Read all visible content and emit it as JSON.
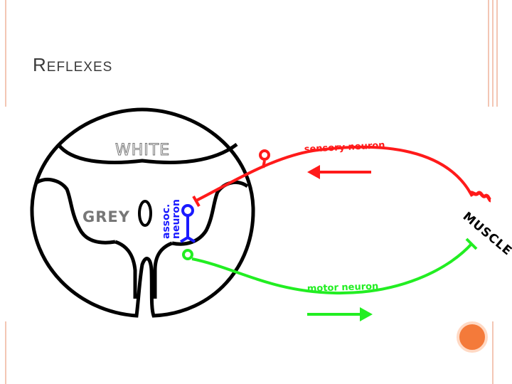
{
  "slide": {
    "title_first": "R",
    "title_rest": "EFLEXES"
  },
  "diagram": {
    "labels": {
      "white": "WHITE",
      "grey": "GREY",
      "assoc_line1": "assoc.",
      "assoc_line2": "neuron",
      "sensory": "sensory neuron",
      "motor": "motor neuron",
      "muscle": "MUSCLE"
    },
    "colors": {
      "sensory": "#ff1a1a",
      "motor": "#22ee22",
      "association": "#1a1aff",
      "outline": "#000000",
      "accent_dot": "#f47a3a",
      "frame": "#f3c6b4"
    }
  }
}
